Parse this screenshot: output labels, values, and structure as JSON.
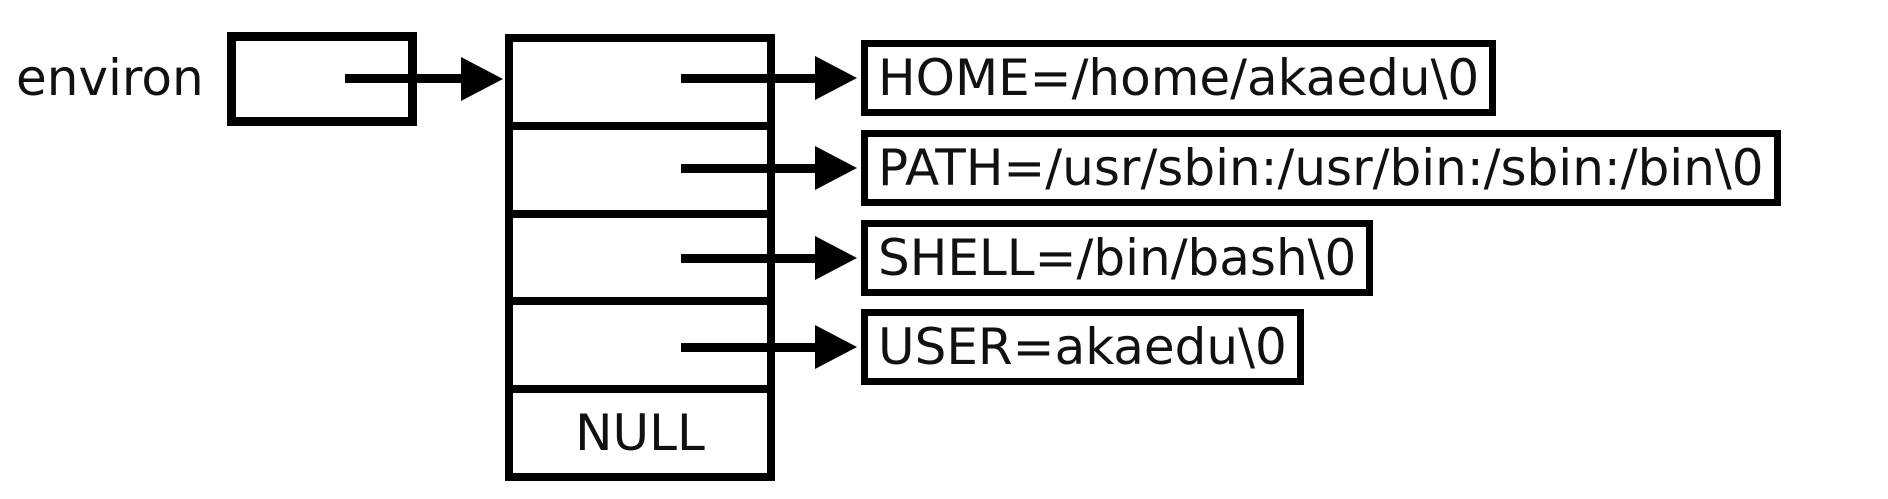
{
  "diagram": {
    "title_semantic": "environ pointer to environment strings",
    "pointer_label": "environ",
    "null_label": "NULL",
    "line_color": "#000000",
    "background_color": "#ffffff",
    "strings": [
      {
        "text": "HOME=/home/akaedu\\0"
      },
      {
        "text": "PATH=/usr/sbin:/usr/bin:/sbin:/bin\\0"
      },
      {
        "text": "SHELL=/bin/bash\\0"
      },
      {
        "text": "USER=akaedu\\0"
      }
    ]
  }
}
